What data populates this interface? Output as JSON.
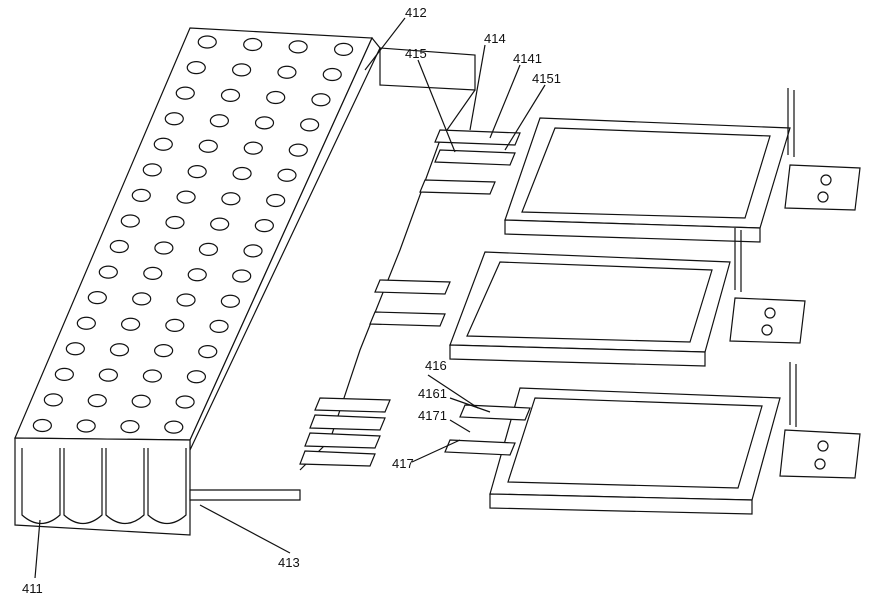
{
  "labels": {
    "l411": "411",
    "l412": "412",
    "l413": "413",
    "l414": "414",
    "l4141": "4141",
    "l415": "415",
    "l4151": "4151",
    "l416": "416",
    "l4161": "4161",
    "l4171": "4171",
    "l417": "417"
  }
}
